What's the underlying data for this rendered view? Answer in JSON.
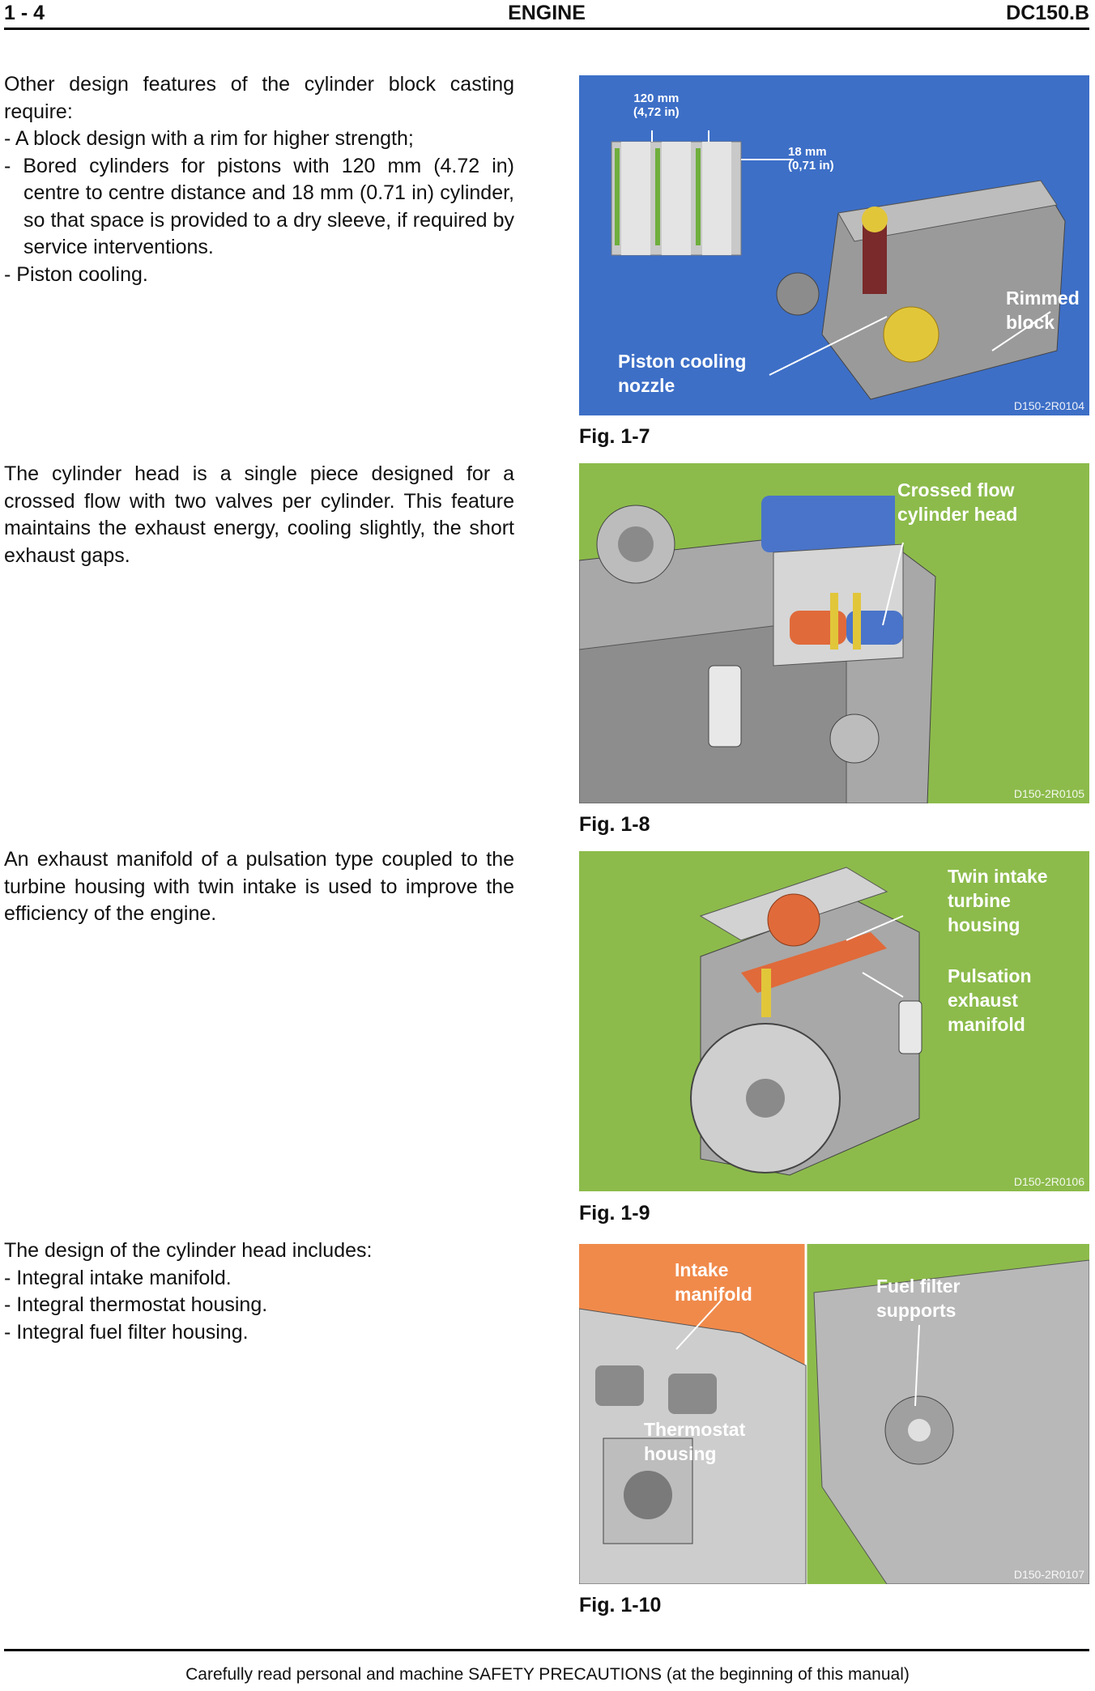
{
  "header": {
    "page_number": "1 - 4",
    "section": "ENGINE",
    "model": "DC150.B"
  },
  "block1": {
    "intro": "Other design features of the cylinder block casting require:",
    "items": [
      "- A block design with a rim for higher strength;",
      "- Bored cylinders for pistons with 120 mm (4.72 in) centre to centre distance and 18 mm (0.71 in) cylinder, so that space is provided to a dry sleeve, if required by service interventions.",
      "- Piston cooling."
    ]
  },
  "block2": {
    "text": "The cylinder head is a single piece designed for a crossed flow with two valves per cylinder. This feature maintains the exhaust energy, cooling slightly, the short exhaust gaps."
  },
  "block3": {
    "text": "An exhaust manifold of a pulsation type coupled to the turbine housing with twin intake is used to improve the efficiency of the engine."
  },
  "block4": {
    "intro": "The design of the cylinder head includes:",
    "items": [
      "- Integral intake manifold.",
      "- Integral thermostat housing.",
      "- Integral fuel filter housing."
    ]
  },
  "figures": [
    {
      "caption": "Fig. 1-7",
      "code": "D150-2R0104",
      "bg": "#3d6fc7",
      "labels": {
        "dim1_a": "120 mm",
        "dim1_b": "(4,72 in)",
        "dim2_a": "18 mm",
        "dim2_b": "(0,71 in)",
        "rim": "Rimmed block",
        "nozzle": "Piston cooling nozzle"
      }
    },
    {
      "caption": "Fig. 1-8",
      "code": "D150-2R0105",
      "bg": "#8cbb4b",
      "labels": {
        "head": "Crossed flow cylinder head"
      }
    },
    {
      "caption": "Fig. 1-9",
      "code": "D150-2R0106",
      "bg": "#8cbb4b",
      "labels": {
        "turbine": "Twin intake turbine housing",
        "manifold": "Pulsation exhaust manifold"
      }
    },
    {
      "caption": "Fig. 1-10",
      "code": "D150-2R0107",
      "bg_left": "#f08a4b",
      "bg_right": "#8cbb4b",
      "labels": {
        "intake": "Intake manifold",
        "thermostat": "Thermostat housing",
        "fuel": "Fuel filter supports"
      }
    }
  ],
  "footer": "Carefully read personal and machine SAFETY PRECAUTIONS (at the beginning of this manual)"
}
